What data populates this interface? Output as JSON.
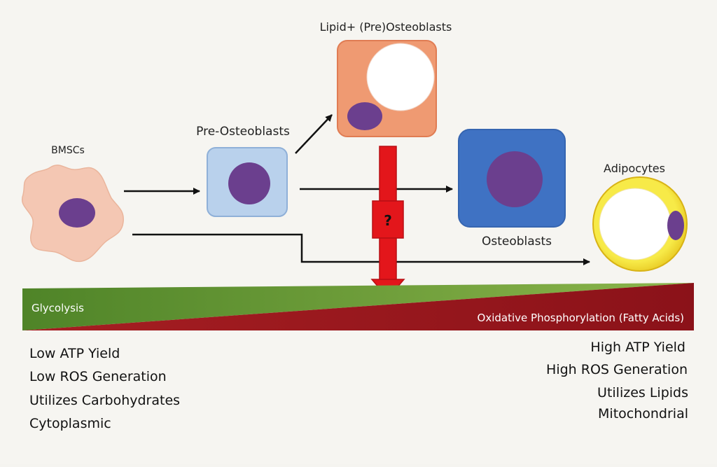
{
  "labels": {
    "bmscs": "BMSCs",
    "pre_osteoblasts": "Pre-Osteoblasts",
    "lipid_osteoblasts": "Lipid+ (Pre)Osteoblasts",
    "osteoblasts": "Osteoblasts",
    "adipocytes": "Adipocytes",
    "question_mark": "?"
  },
  "gradient_bar": {
    "left_label": "Glycolysis",
    "right_label": "Oxidative Phosphorylation (Fatty Acids)"
  },
  "left_traits": [
    "Low ATP Yield",
    "Low ROS Generation",
    "Utilizes Carbohydrates",
    "Cytoplasmic"
  ],
  "right_traits": [
    "High ATP Yield",
    "High ROS Generation",
    "Utilizes Lipids",
    "Mitochondrial"
  ],
  "colors": {
    "bmsc_cell": "#f4c7b3",
    "nucleus": "#6b3f8e",
    "pre_osteoblast": "#b9d1ec",
    "lipid_osteoblast": "#ef9a72",
    "osteoblast": "#3f72c3",
    "adipocyte_ring": "#f6e43a",
    "glycolysis_green": "#5b8d2f",
    "oxphos_red": "#a51c24",
    "question_arrow": "#e3161b"
  }
}
